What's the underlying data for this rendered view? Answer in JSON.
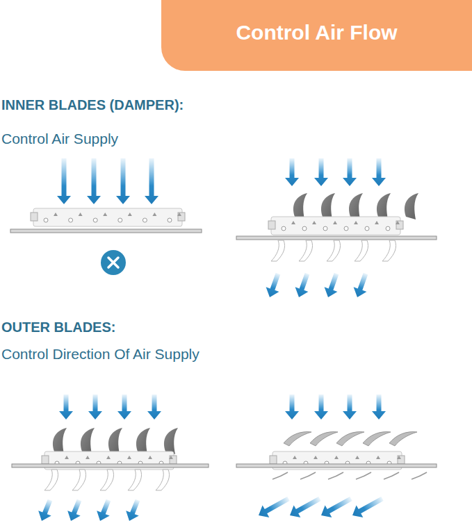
{
  "diagram": {
    "title": "Control Air Flow",
    "labels": [
      "INNER BLADES (DAMPER):",
      "Control Air Supply",
      "OUTER BLADES:",
      "Control Direction Of Air Supply"
    ]
  }
}
